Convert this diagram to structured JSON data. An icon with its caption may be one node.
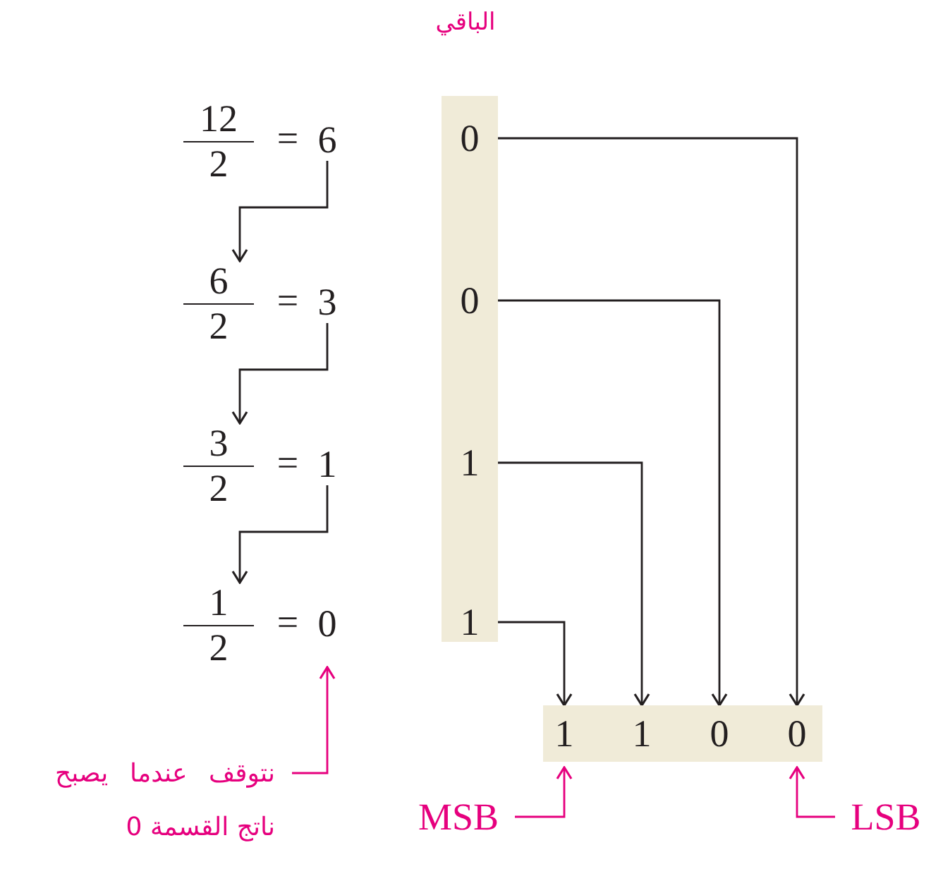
{
  "diagram": {
    "nodes": [
      {
        "text": [
          "12",
          "2",
          "="
        ]
      },
      {
        "text": [
          "6"
        ]
      },
      {
        "text": [
          "6",
          "2",
          "="
        ]
      },
      {
        "text": [
          "3"
        ]
      },
      {
        "text": [
          "3",
          "2",
          "="
        ]
      },
      {
        "text": [
          "1"
        ]
      },
      {
        "text": [
          "1",
          "2",
          "="
        ]
      },
      {
        "text": [
          "0"
        ]
      },
      {
        "text": [],
        "shape": "box"
      },
      {
        "text": [
          "0"
        ],
        "in": 8
      },
      {
        "text": [
          "0"
        ],
        "in": 8
      },
      {
        "text": [
          "1"
        ],
        "in": 8
      },
      {
        "text": [
          "1"
        ],
        "in": 8
      },
      {
        "text": [],
        "shape": "box"
      },
      {
        "text": [
          "1"
        ],
        "in": 13
      },
      {
        "text": [
          "1"
        ],
        "in": 13
      },
      {
        "text": [
          "0"
        ],
        "in": 13
      },
      {
        "text": [
          "0"
        ],
        "in": 13
      },
      {
        "text": [
          "نتوقف عندما يصبح ناتج القسمة 0"
        ]
      },
      {
        "text": [
          "MSB"
        ]
      },
      {
        "text": [
          "LSB"
        ]
      }
    ],
    "edges": [
      {
        "from": 1,
        "to": 2,
        "arrow": "to"
      },
      {
        "from": 3,
        "to": 4,
        "arrow": "to"
      },
      {
        "from": 5,
        "to": 6,
        "arrow": "to"
      },
      {
        "from": 9,
        "to": 17,
        "arrow": "to"
      },
      {
        "from": 10,
        "to": 16,
        "arrow": "to"
      },
      {
        "from": 11,
        "to": 15,
        "arrow": "to"
      },
      {
        "from": 12,
        "to": 14,
        "arrow": "to"
      },
      {
        "from": 18,
        "to": 7,
        "arrow": "to",
        "color": "#e6007e"
      },
      {
        "from": 19,
        "to": 14,
        "arrow": "to",
        "color": "#e6007e"
      },
      {
        "from": 20,
        "to": 17,
        "arrow": "to",
        "color": "#e6007e"
      }
    ],
    "labels": [
      "الباقي"
    ]
  }
}
